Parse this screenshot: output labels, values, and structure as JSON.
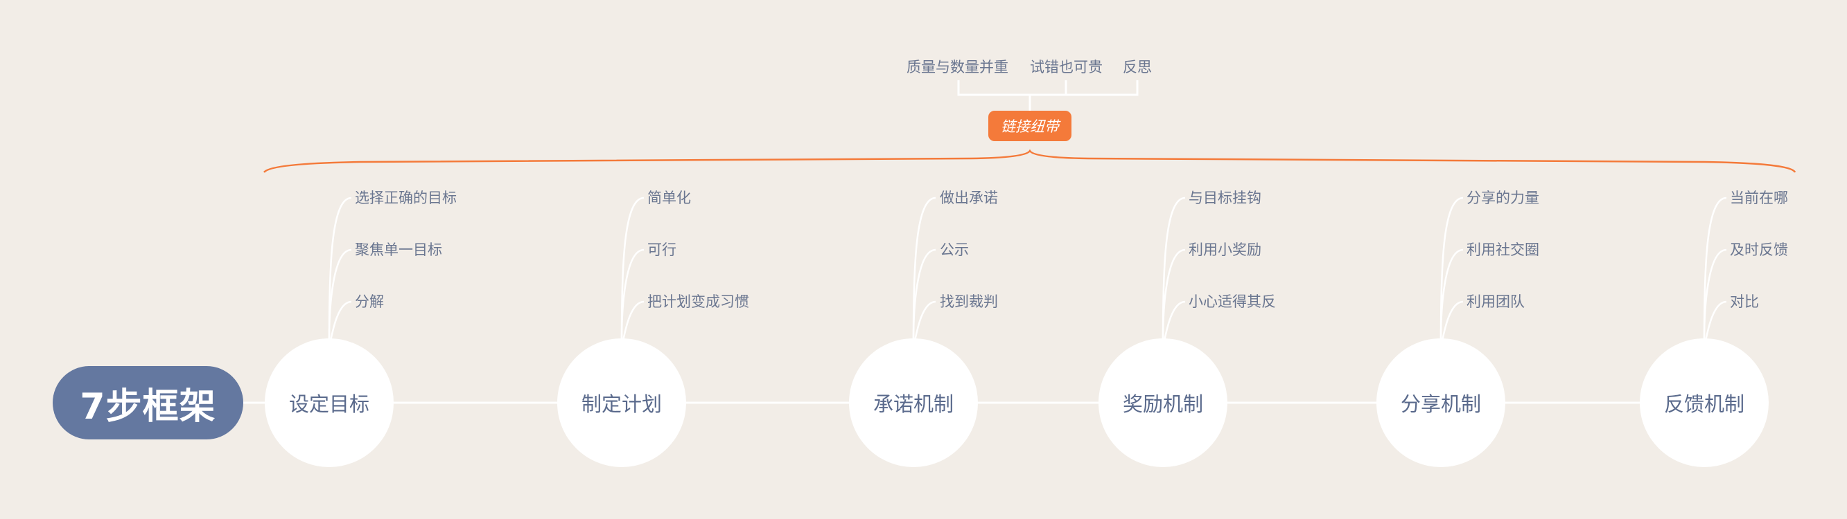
{
  "root": {
    "label": "7步框架"
  },
  "steps": [
    {
      "label": "设定目标",
      "children": [
        "选择正确的目标",
        "聚焦单一目标",
        "分解"
      ]
    },
    {
      "label": "制定计划",
      "children": [
        "简单化",
        "可行",
        "把计划变成习惯"
      ]
    },
    {
      "label": "承诺机制",
      "children": [
        "做出承诺",
        "公示",
        "找到裁判"
      ]
    },
    {
      "label": "奖励机制",
      "children": [
        "与目标挂钩",
        "利用小奖励",
        "小心适得其反"
      ]
    },
    {
      "label": "分享机制",
      "children": [
        "分享的力量",
        "利用社交圈",
        "利用团队"
      ]
    },
    {
      "label": "反馈机制",
      "children": [
        "当前在哪",
        "及时反馈",
        "对比"
      ]
    }
  ],
  "summary": {
    "label": "链接纽带",
    "items": [
      "质量与数量并重",
      "试错也可贵",
      "反思"
    ]
  },
  "colors": {
    "background": "#f2ede7",
    "root": "#6478a0",
    "accent": "#f47a3a",
    "connector": "#ffffff",
    "text": "#6a7690"
  }
}
